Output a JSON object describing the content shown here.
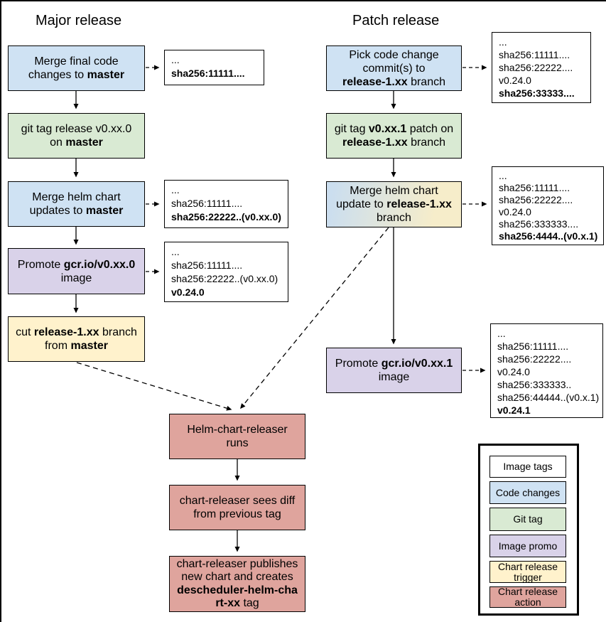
{
  "page": {
    "title_major": "Major release",
    "title_patch": "Patch release"
  },
  "steps": {
    "l1": {
      "line1": "Merge final code",
      "line2a": "changes to ",
      "line2b": "master"
    },
    "l2": {
      "line1": "git tag release v0.xx.0",
      "line2a": "on ",
      "line2b": "master"
    },
    "l3": {
      "line1": "Merge helm chart",
      "line2a": "updates to ",
      "line2b": "master"
    },
    "l4": {
      "line1a": "Promote ",
      "line1b": "gcr.io/v0.xx.0",
      "line2": "image"
    },
    "l5": {
      "line1a": "cut ",
      "line1b": "release-1.xx",
      "line1c": " branch",
      "line2a": "from ",
      "line2b": "master"
    },
    "r1": {
      "line1": "Pick code change",
      "line2": "commit(s) to",
      "line3a": "release-1.xx",
      "line3b": " branch"
    },
    "r2": {
      "line1a": "git tag ",
      "line1b": "v0.xx.1",
      "line1c": " patch on",
      "line2a": "release-1.xx",
      "line2b": " branch"
    },
    "r3": {
      "line1": "Merge helm chart",
      "line2a": "update to ",
      "line2b": "release-1.xx",
      "line3": "branch"
    },
    "r4": {
      "line1a": "Promote ",
      "line1b": "gcr.io/v0.xx.1",
      "line2": "image"
    },
    "m1": {
      "line1": "Helm-chart-releaser",
      "line2": "runs"
    },
    "m2": {
      "line1": "chart-releaser sees diff",
      "line2": "from previous tag"
    },
    "m3": {
      "line1": "chart-releaser publishes",
      "line2": "new chart and creates",
      "line3a": "descheduler-helm-cha",
      "line4a": "rt-xx",
      "line4b": " tag"
    }
  },
  "notes": {
    "ln1": {
      "l1": "...",
      "l2": "sha256:11111...."
    },
    "ln2": {
      "l1": "...",
      "l2": "sha256:11111....",
      "l3": "sha256:22222..(v0.xx.0)"
    },
    "ln3": {
      "l1": "...",
      "l2": "sha256:11111....",
      "l3": "sha256:22222..(v0.xx.0)",
      "l4": "v0.24.0"
    },
    "rn1": {
      "l1": "...",
      "l2": "sha256:11111....",
      "l3": "sha256:22222....",
      "l4": "v0.24.0",
      "l5": "sha256:33333...."
    },
    "rn2": {
      "l1": "...",
      "l2": "sha256:11111....",
      "l3": "sha256:22222....",
      "l4": "v0.24.0",
      "l5": "sha256:333333....",
      "l6": "sha256:4444..(v0.x.1)"
    },
    "rn3": {
      "l1": "...",
      "l2": "sha256:11111....",
      "l3": "sha256:22222....",
      "l4": "v0.24.0",
      "l5": "sha256:333333..",
      "l6": "sha256:44444..(v0.x.1)",
      "l7": "v0.24.1"
    }
  },
  "legend": {
    "items": [
      {
        "label": "Image tags",
        "color": "#ffffff"
      },
      {
        "label": "Code changes",
        "color": "#cfe2f3"
      },
      {
        "label": "Git tag",
        "color": "#d9ead3"
      },
      {
        "label": "Image promo",
        "color": "#d9d2e9"
      },
      {
        "label": "Chart release trigger",
        "color": "#fff2cc"
      },
      {
        "label": "Chart release action",
        "color": "#dfa49d"
      }
    ]
  },
  "colors": {
    "code_changes": "#cfe2f3",
    "git_tag": "#d9ead3",
    "image_promo": "#d9d2e9",
    "chart_release_trigger": "#fff2cc",
    "chart_release_action": "#dfa49d",
    "note_background": "#ffffff",
    "merge_update_gradient_left": "#cbdeef",
    "merge_update_gradient_right": "#f6edca"
  }
}
